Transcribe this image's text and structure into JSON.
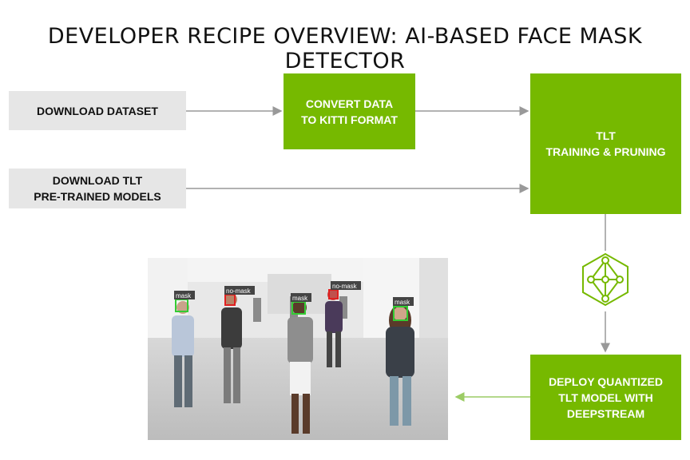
{
  "title": "DEVELOPER RECIPE OVERVIEW: AI-BASED FACE MASK DETECTOR",
  "steps": {
    "download_dataset": "DOWNLOAD DATASET",
    "download_models": "DOWNLOAD TLT\nPRE-TRAINED MODELS",
    "convert": "CONVERT DATA\nTO KITTI FORMAT",
    "train": "TLT\nTRAINING & PRUNING",
    "deploy": "DEPLOY QUANTIZED\nTLT MODEL WITH\nDEEPSTREAM"
  },
  "detections": [
    "mask",
    "no-mask",
    "mask",
    "no-mask",
    "mask"
  ],
  "icons": {
    "network": "neural-network-icon"
  },
  "colors": {
    "accent": "#76b900",
    "step_gray": "#e6e6e6",
    "arrow": "#999999",
    "arrow_green": "#9ccc65",
    "mask_box": "#33cc33",
    "nomask_box": "#e02020"
  }
}
